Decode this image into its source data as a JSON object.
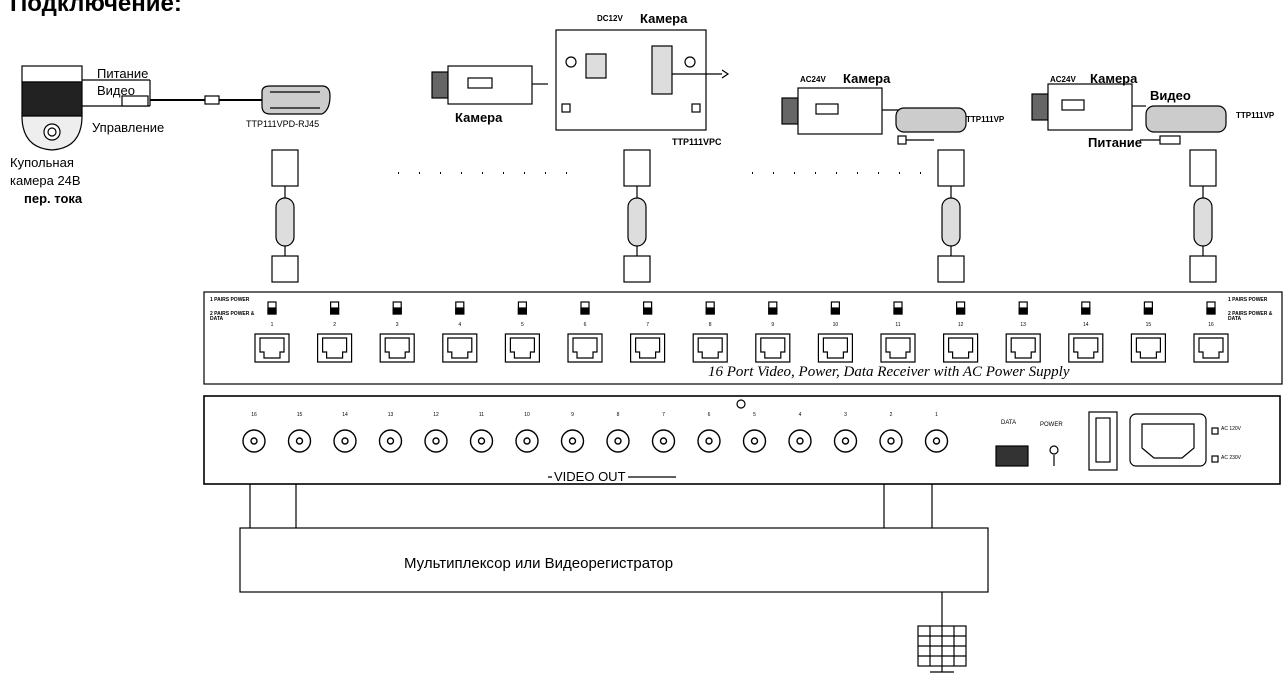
{
  "title": "Подключение:",
  "labels": {
    "dome_power": "Питание",
    "dome_video": "Видео",
    "dome_control": "Управление",
    "dome_camera_line1": "Купольная",
    "dome_camera_line2": "камера 24В",
    "dome_camera_line3": "пер. тока",
    "ttp_rj45": "TTP111VPD-RJ45",
    "camera": "Камера",
    "dc12v": "DC12V",
    "ttp_vpc": "TTP111VPC",
    "ac24v_1": "AC24V",
    "ac24v_2": "AC24V",
    "ttp_vp1": "TTP111VP",
    "ttp_vp2": "TTP111VP",
    "video": "Видео",
    "power": "Питание",
    "receiver_caption": "16 Port Video, Power, Data Receiver with AC Power Supply",
    "switch_left_top": "1 PAIRS POWER",
    "switch_left_bottom": "2 PAIRS POWER & DATA",
    "switch_right_top": "1 PAIRS POWER",
    "switch_right_bottom": "2 PAIRS POWER & DATA",
    "video_out": "VIDEO OUT",
    "data": "DATA",
    "power_label": "POWER",
    "ac120": "AC 120V",
    "ac230": "AC 230V",
    "multiplexer": "Мультиплексор или Видеорегистратор"
  },
  "ports_top": [
    "1",
    "2",
    "3",
    "4",
    "5",
    "6",
    "7",
    "8",
    "9",
    "10",
    "11",
    "12",
    "13",
    "14",
    "15",
    "16"
  ],
  "ports_bottom": [
    "16",
    "15",
    "14",
    "13",
    "12",
    "11",
    "10",
    "9",
    "8",
    "7",
    "6",
    "5",
    "4",
    "3",
    "2",
    "1"
  ]
}
